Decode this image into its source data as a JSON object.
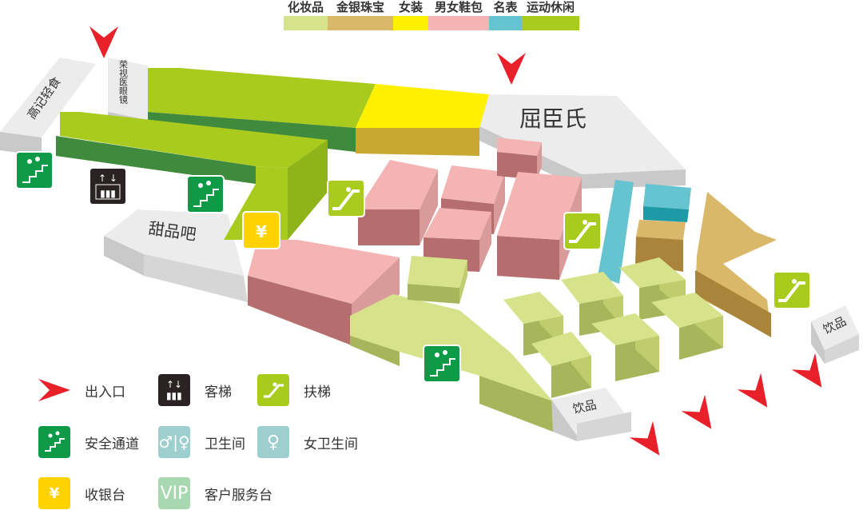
{
  "category_legend": [
    {
      "label": "化妆品",
      "color": "#d6e38a"
    },
    {
      "label": "金银珠宝",
      "color": "#d9b86a"
    },
    {
      "label": "女装",
      "color": "#fff000"
    },
    {
      "label": "男女鞋包",
      "color": "#f4b4b4"
    },
    {
      "label": "名表",
      "color": "#66c4d0"
    },
    {
      "label": "运动休闲",
      "color": "#a9cb1e"
    }
  ],
  "stores": {
    "gaoji": "高记轻食",
    "rongshi": "荣视医眼镜",
    "watsons": "屈臣氏",
    "dessert": "甜品吧",
    "drinks_bottom": "饮品",
    "drinks_right": "饮品"
  },
  "icon_legend": [
    {
      "icon": "entrance-arrow-icon",
      "label": "出入口"
    },
    {
      "icon": "elevator-icon",
      "label": "客梯"
    },
    {
      "icon": "escalator-icon",
      "label": "扶梯"
    },
    {
      "icon": "emergency-exit-icon",
      "label": "安全通道"
    },
    {
      "icon": "restroom-icon",
      "label": "卫生间"
    },
    {
      "icon": "female-restroom-icon",
      "label": "女卫生间"
    },
    {
      "icon": "cashier-icon",
      "label": "收银台"
    },
    {
      "icon": "vip-service-icon",
      "label": "客户服务台",
      "glyph": "VIP"
    }
  ],
  "colors": {
    "exit_green": "#0f9a47",
    "escalator_lime": "#a9cb1e",
    "cashier_yellow": "#ffd200",
    "restroom_teal": "#9dcfcf",
    "vip_green": "#a8d8b0",
    "entrance_red": "#e8202a",
    "elevator_dark": "#2b2323"
  }
}
